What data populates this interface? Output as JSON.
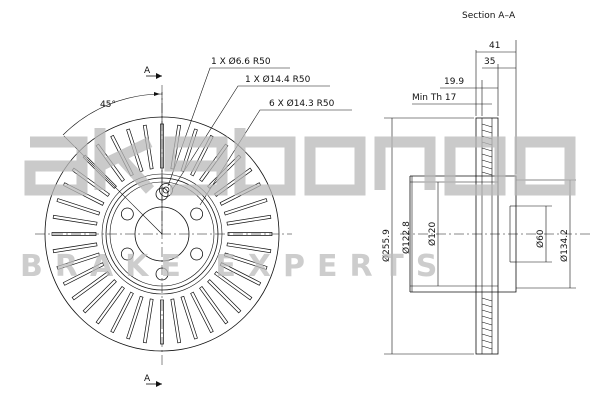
{
  "diagram": {
    "section_title": "Section A–A",
    "section_markers": [
      "A",
      "A"
    ],
    "angle_label": "45°",
    "callouts": {
      "hole_small": "1 X Ø6.6 R50",
      "hole_medium": "1 X Ø14.4 R50",
      "bolt_holes": "6 X Ø14.3 R50"
    },
    "section_dims": {
      "total_width": "41",
      "hat_width": "35",
      "friction_width": "19.9",
      "min_thickness": "Min Th 17",
      "outer_diameter": "Ø255.9",
      "hat_outer_diameter": "Ø122.8",
      "hat_inner_diameter": "Ø120",
      "center_bore": "Ø60",
      "bolt_circle_diameter": "Ø134.2"
    }
  },
  "watermark": {
    "brand": "akebono",
    "tagline": "BRAKE EXPERTS"
  },
  "colors": {
    "line": "#111111",
    "watermark": "#b8b8b8",
    "background": "#ffffff"
  }
}
